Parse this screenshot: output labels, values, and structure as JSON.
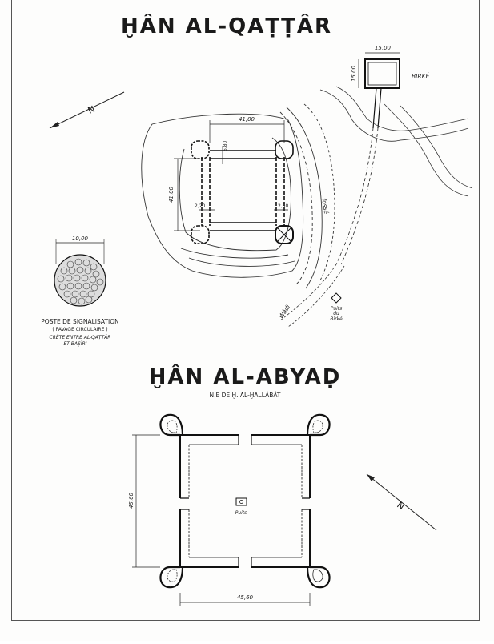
{
  "top_plan": {
    "title": "ḪÂN AL-QAṬṬÂR",
    "dim_width": "41,00",
    "dim_height": "41,00",
    "dim_tower": "6,80",
    "dim_wall_left": "2,20",
    "dim_wall_right": "2,50",
    "birke_width": "15,00",
    "birke_height": "15,00",
    "birke_label": "BIRKÉ",
    "fosse_label": "fossé",
    "wadi_label": "Wâdi",
    "puits_label_1": "Puits",
    "puits_label_2": "du",
    "puits_label_3": "Birké",
    "north_label": "N"
  },
  "signal_post": {
    "diameter": "10,00",
    "caption_line1": "POSTE DE SIGNALISATION",
    "caption_line2": "( PAVAGE CIRCULAIRE )",
    "caption_line3": "CRÊTE ENTRE AL-QAṬṬÂR",
    "caption_line4": "ET BAṢÎRI"
  },
  "bottom_plan": {
    "title": "ḪÂN AL-ABYAḌ",
    "subtitle": "N.E DE Ḫ. AL-ḪALLÂBÂT",
    "dim_height": "45,60",
    "dim_width": "45,60",
    "puits_label": "Puits",
    "north_label": "N"
  }
}
